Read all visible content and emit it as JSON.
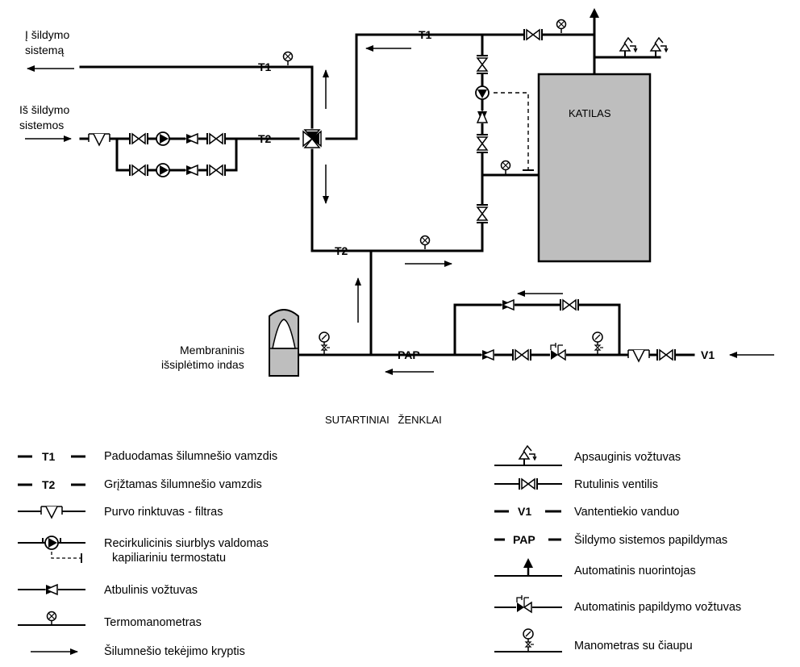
{
  "flow_labels": {
    "to_heating_line1": "Į šildymo",
    "to_heating_line2": "sistemą",
    "from_heating_line1": "Iš šildymo",
    "from_heating_line2": "sistemos"
  },
  "pipe_labels": {
    "t1": "T1",
    "t2": "T2",
    "pap": "PAP",
    "v1": "V1"
  },
  "boiler": {
    "label": "KATILAS",
    "fill": "#bebebe"
  },
  "expansion_vessel": {
    "label_line1": "Membraninis",
    "label_line2": "išsiplėtimo indas",
    "fill": "#bebebe"
  },
  "legend": {
    "title": "SUTARTINIAI   ŽENKLAI",
    "left": [
      {
        "symbol": "T1",
        "text": "Paduodamas šilumnešio vamzdis"
      },
      {
        "symbol": "T2",
        "text": "Grįžtamas šilumnešio vamzdis"
      },
      {
        "symbol": "",
        "text": "Purvo rinktuvas - filtras"
      },
      {
        "symbol": "",
        "text": "Recirkulicinis siurblys valdomas",
        "text2": "kapiliariniu termostatu"
      },
      {
        "symbol": "",
        "text": "Atbulinis vožtuvas"
      },
      {
        "symbol": "",
        "text": "Termomanometras"
      },
      {
        "symbol": "",
        "text": "Šilumnešio tekėjimo kryptis"
      }
    ],
    "right": [
      {
        "symbol": "",
        "text": "Apsauginis vožtuvas"
      },
      {
        "symbol": "",
        "text": "Rutulinis ventilis"
      },
      {
        "symbol": "V1",
        "text": "Vantentiekio vanduo"
      },
      {
        "symbol": "PAP",
        "text": "Šildymo sistemos papildymas"
      },
      {
        "symbol": "",
        "text": "Automatinis nuorintojas"
      },
      {
        "symbol": "",
        "text": "Automatinis papildymo vožtuvas"
      },
      {
        "symbol": "",
        "text": "Manometras su čiaupu"
      }
    ]
  }
}
